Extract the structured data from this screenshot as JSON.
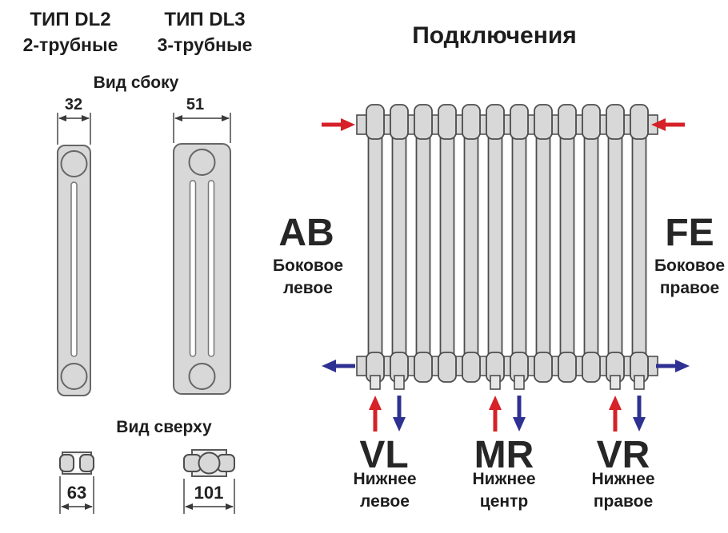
{
  "types": {
    "dl2": {
      "title": "ТИП DL2",
      "subtitle": "2-трубные",
      "depth_mm": "32",
      "width_mm": "63"
    },
    "dl3": {
      "title": "ТИП DL3",
      "subtitle": "3-трубные",
      "depth_mm": "51",
      "width_mm": "101"
    }
  },
  "views": {
    "side_label": "Вид сбоку",
    "top_label": "Вид сверху"
  },
  "connections": {
    "title": "Подключения",
    "ab": {
      "code": "AB",
      "desc1": "Боковое",
      "desc2": "левое"
    },
    "fe": {
      "code": "FE",
      "desc1": "Боковое",
      "desc2": "правое"
    },
    "vl": {
      "code": "VL",
      "desc1": "Нижнее",
      "desc2": "левое"
    },
    "mr": {
      "code": "MR",
      "desc1": "Нижнее",
      "desc2": "центр"
    },
    "vr": {
      "code": "VR",
      "desc1": "Нижнее",
      "desc2": "правое"
    }
  },
  "colors": {
    "inlet_red": "#d52127",
    "outlet_blue": "#2e3192",
    "radiator_fill": "#d8d8d8",
    "outline": "#4d4d4d"
  }
}
